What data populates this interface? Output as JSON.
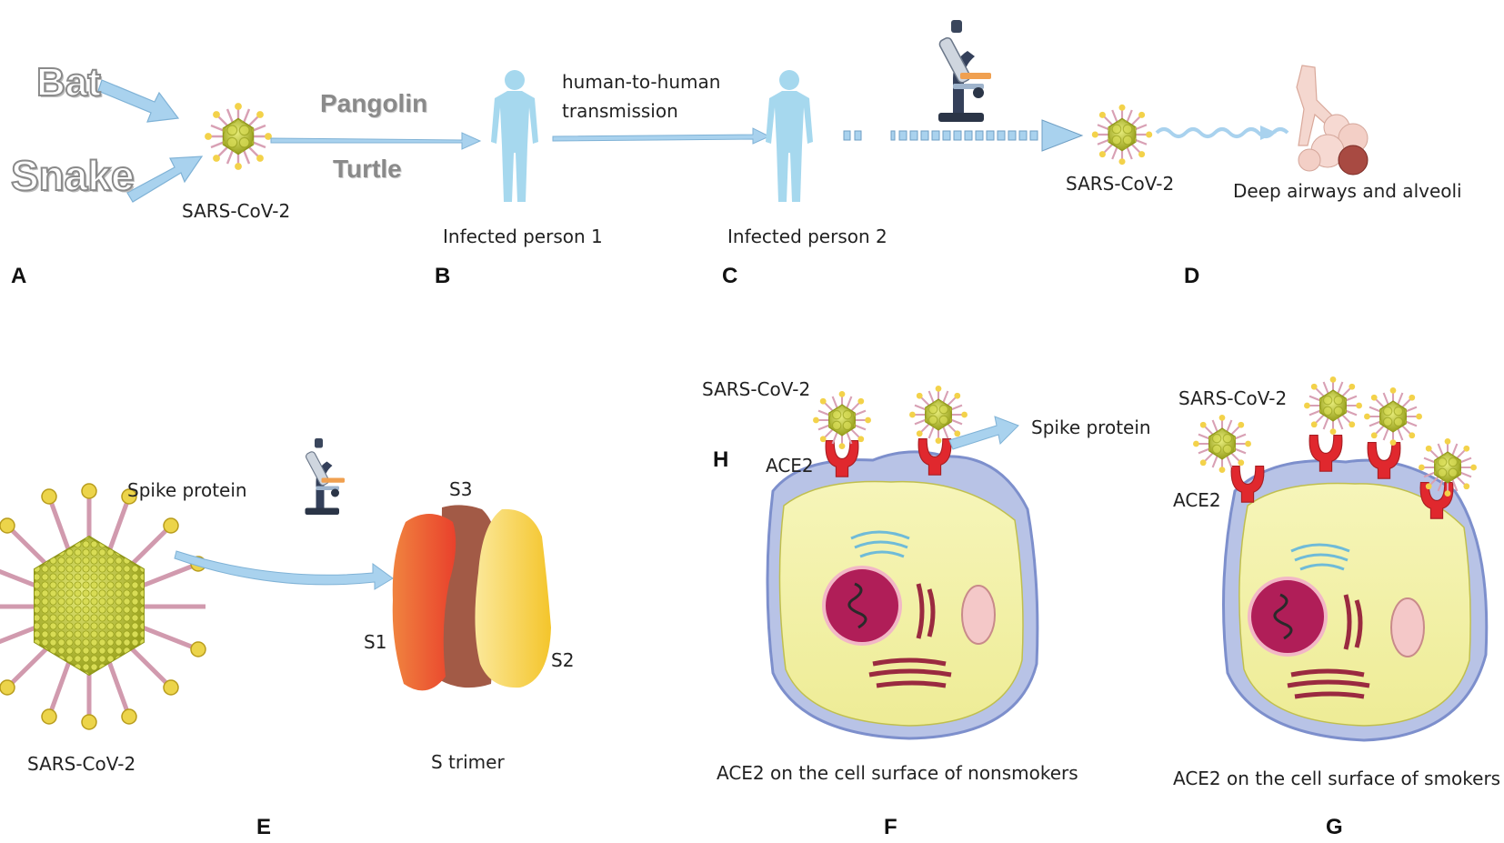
{
  "top_row": {
    "sources": [
      "Bat",
      "Snake"
    ],
    "virus_label_a": "SARS-CoV-2",
    "intermediate_hosts": [
      "Pangolin",
      "Turtle"
    ],
    "person1": "Infected person 1",
    "transmission_line1": "human-to-human",
    "transmission_line2": "transmission",
    "person2": "Infected person 2",
    "virus_label_d": "SARS-CoV-2",
    "target": "Deep airways and alveoli"
  },
  "bottom_row": {
    "spike_label": "Spike protein",
    "virus_label_e": "SARS-CoV-2",
    "subunits": [
      "S1",
      "S2",
      "S3"
    ],
    "trimer_label": "S trimer",
    "virus_label_f": "SARS-CoV-2",
    "ace2_f": "ACE2",
    "spike_label_f": "Spike protein",
    "caption_f": "ACE2 on the cell surface of nonsmokers",
    "virus_label_g": "SARS-CoV-2",
    "ace2_g": "ACE2",
    "caption_g": "ACE2 on the cell surface of smokers"
  },
  "panel_labels": {
    "a": "A",
    "b": "B",
    "c": "C",
    "d": "D",
    "e": "E",
    "f": "F",
    "g": "G",
    "h": "H"
  },
  "colors": {
    "arrow": "#a9d2ee",
    "person": "#a6d8ee",
    "virus": "#b8bf2e",
    "ace2": "#e0282e",
    "cell": "#f1f0a6",
    "membrane": "#aab8e0"
  }
}
